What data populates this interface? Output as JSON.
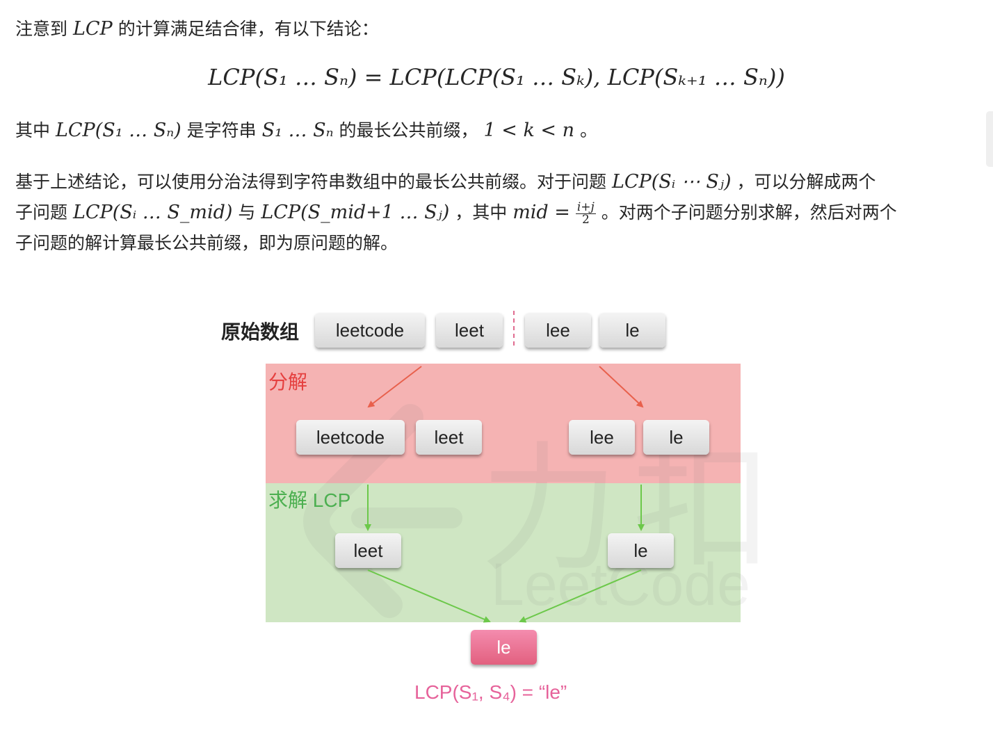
{
  "paragraphs": {
    "p1_prefix": "注意到",
    "p1_term": "LCP",
    "p1_suffix": "的计算满足结合律，有以下结论：",
    "formula": "LCP(S₁ … Sₙ) = LCP(LCP(S₁ … Sₖ), LCP(Sₖ₊₁ … Sₙ))",
    "p2_a": "其中",
    "p2_term1": "LCP(S₁ … Sₙ)",
    "p2_b": "是字符串",
    "p2_term2": "S₁ … Sₙ",
    "p2_c": "的最长公共前缀，",
    "p2_term3": "1 < k < n",
    "p2_d": "。",
    "p3_line1_a": "基于上述结论，可以使用分治法得到字符串数组中的最长公共前缀。对于问题",
    "p3_line1_term": "LCP(Sᵢ ⋯ Sⱼ)",
    "p3_line1_b": "，可以分解成两个",
    "p3_line2_a": "子问题",
    "p3_line2_term1": "LCP(Sᵢ … S_mid)",
    "p3_line2_b": "与",
    "p3_line2_term2": "LCP(S_mid+1 … Sⱼ)",
    "p3_line2_c": "，其中",
    "p3_line2_term3": "mid =",
    "p3_frac_num": "i+j",
    "p3_frac_den": "2",
    "p3_line2_d": "。对两个子问题分别求解，然后对两个",
    "p3_line3": "子问题的解计算最长公共前缀，即为原问题的解。"
  },
  "diagram": {
    "origin_label": "原始数组",
    "origin_words": [
      "leetcode",
      "leet",
      "lee",
      "le"
    ],
    "split_label": "分解",
    "split_words": [
      "leetcode",
      "leet",
      "lee",
      "le"
    ],
    "solve_label": "求解 LCP",
    "solve_words": [
      "leet",
      "le"
    ],
    "result_word": "le",
    "result_caption": "LCP(S₁, S₄)  = “le”",
    "watermark_cn": "力扣",
    "watermark_en": "LeetCode",
    "colors": {
      "split_bg": "#f5b3b3",
      "solve_bg": "#cfe6c3",
      "split_text": "#e5403f",
      "solve_text": "#4caf50",
      "split_arrow": "#e8604c",
      "solve_arrow": "#6cc84a",
      "result_text": "#e6629a",
      "divider": "#e06b8f"
    }
  }
}
